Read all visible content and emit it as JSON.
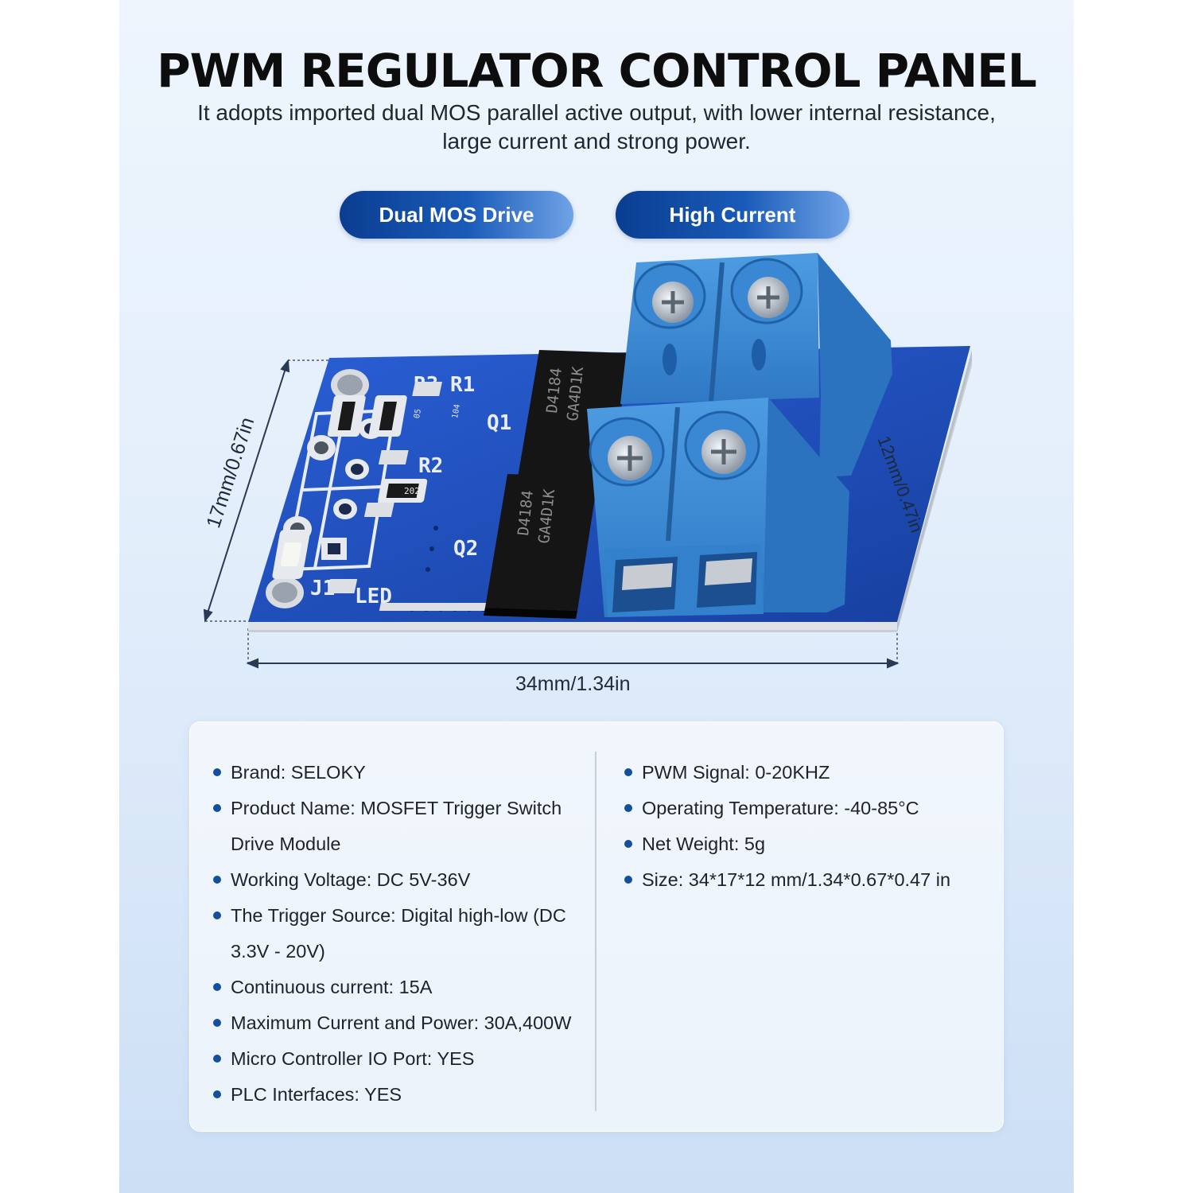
{
  "header": {
    "title": "PWM REGULATOR CONTROL PANEL",
    "subtitle_line1": "It adopts imported dual MOS parallel active output, with lower internal resistance,",
    "subtitle_line2": "large current and strong power."
  },
  "badges": [
    {
      "label": "Dual MOS Drive"
    },
    {
      "label": "High Current"
    }
  ],
  "product": {
    "board_labels": {
      "r3": "R3",
      "r1": "R1",
      "r2": "R2",
      "q1": "Q1",
      "q2": "Q2",
      "j1": "J1",
      "led": "LED",
      "res_r3": "05",
      "res_r1": "104",
      "res_r2": "202",
      "mos_q1_line1": "D4184",
      "mos_q1_line2": "GA4D1K",
      "mos_q2_line1": "D4184",
      "mos_q2_line2": "GA4D1K"
    },
    "dimensions": {
      "width": "34mm/1.34in",
      "height": "17mm/0.67in",
      "depth": "12mm/0.47in"
    }
  },
  "specs": {
    "left": [
      {
        "text": "Brand: SELOKY"
      },
      {
        "text": "Product Name: MOSFET Trigger Switch Drive Module"
      },
      {
        "text": "Working Voltage: DC 5V-36V"
      },
      {
        "text": "The Trigger Source: Digital high-low (DC 3.3V - 20V)"
      },
      {
        "text": "Continuous current: 15A"
      },
      {
        "text": "Maximum Current and Power: 30A,400W"
      },
      {
        "text": "Micro Controller IO Port: YES"
      },
      {
        "text": "PLC Interfaces: YES"
      }
    ],
    "right": [
      {
        "text": "PWM Signal: 0-20KHZ"
      },
      {
        "text": "Operating Temperature: -40-85°C"
      },
      {
        "text": "Net Weight:  5g"
      },
      {
        "text": "Size: 34*17*12 mm/1.34*0.67*0.47 in"
      }
    ]
  },
  "colors": {
    "pcb": "#1f4fc4",
    "terminal": "#3f8fd8",
    "badge_dark": "#0a3d91",
    "bullet": "#12509e"
  }
}
